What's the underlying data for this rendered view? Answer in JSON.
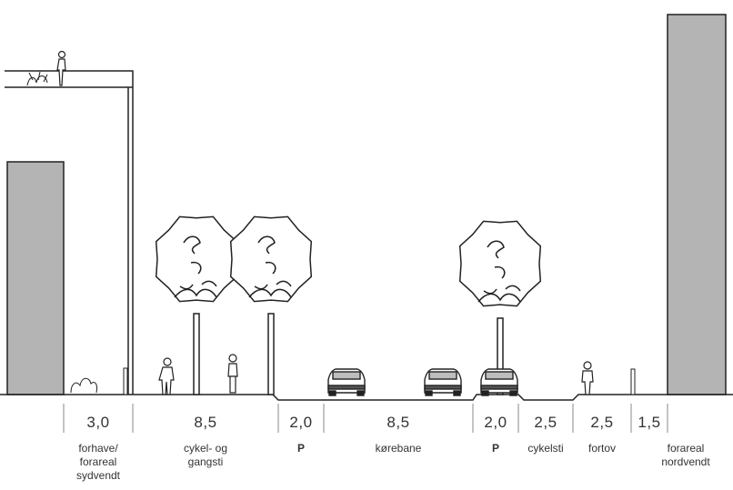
{
  "sections": [
    {
      "width": "3,0",
      "caption": [
        "forhave/",
        "forareal",
        "sydvendt"
      ]
    },
    {
      "width": "8,5",
      "caption": [
        "cykel- og",
        "gangsti"
      ]
    },
    {
      "width": "2,0",
      "caption": [
        "P"
      ]
    },
    {
      "width": "8,5",
      "caption": [
        "kørebane"
      ]
    },
    {
      "width": "2,0",
      "caption": [
        "P"
      ]
    },
    {
      "width": "2,5",
      "caption": [
        "cykelsti"
      ]
    },
    {
      "width": "2,5",
      "caption": [
        "fortov"
      ]
    },
    {
      "width": "1,5",
      "caption": []
    },
    {
      "width": "",
      "caption": [
        "forareal",
        "nordvendt"
      ]
    }
  ],
  "colors": {
    "building": "#b4b4b4",
    "line": "#222222",
    "tree": "#ffffff"
  },
  "icons": [
    "building",
    "tree-icon",
    "car-icon",
    "cyclist-icon",
    "pedestrian-icon",
    "shrub-icon",
    "bollard-icon"
  ]
}
